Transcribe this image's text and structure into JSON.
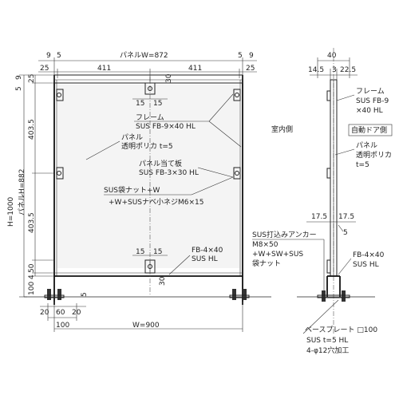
{
  "front_view": {
    "dims": {
      "top_9": "9",
      "top_5": "5",
      "panel_w": "パネルW=872",
      "top_5r": "5",
      "top_9r": "9",
      "top_25": "25",
      "half_l": "411",
      "half_r": "411",
      "top_25r": "25",
      "h_30_top": "30",
      "h_15_a": "15",
      "h_15_b": "15",
      "left_9": "9",
      "left_5": "5",
      "left_25": "25",
      "left_4035_a": "403.5",
      "left_4035_b": "403.5",
      "left_50": "50",
      "left_4": "4",
      "left_100": "100",
      "h_total": "H=1000",
      "panel_h": "パネルH=882",
      "b_15_a": "15",
      "b_15_b": "15",
      "b_30": "30",
      "bot_20_a": "20",
      "bot_60": "60",
      "bot_20_b": "20",
      "bot_5": "5",
      "bot_100": "100",
      "w_total": "W=900"
    },
    "labels": {
      "frame_1": "フレーム",
      "frame_2": "SUS FB-9×40 HL",
      "panel_1": "パネル",
      "panel_2": "透明ポリカ t=5",
      "plate_1": "パネル当て板",
      "plate_2": "SUS FB-3×30 HL",
      "nut_1": "SUS袋ナット+W",
      "nut_2": "+W+SUSナベ小ネジM6×15",
      "fb_1": "FB-4×40",
      "fb_2": "SUS HL"
    }
  },
  "side_view": {
    "dims": {
      "d40": "40",
      "d145": "14.5",
      "d3": "3",
      "d225": "22.5",
      "d175a": "17.5",
      "d175b": "17.5",
      "d5": "5"
    },
    "labels": {
      "indoor": "室内側",
      "door": "自動ドア側",
      "frame_1": "フレーム",
      "frame_2": "SUS FB-9",
      "frame_3": "×40 HL",
      "panel_1": "パネル",
      "panel_2": "透明ポリカ",
      "panel_3": "t=5",
      "anchor_1": "SUS打込みアンカー",
      "anchor_2": "M8×50",
      "anchor_3": "+W+SW+SUS",
      "anchor_4": "袋ナット",
      "fb_1": "FB-4×40",
      "fb_2": "SUS HL",
      "base_1": "ベースプレート □100",
      "base_2": "SUS t=5 HL",
      "base_3": "4-φ12穴加工"
    }
  }
}
